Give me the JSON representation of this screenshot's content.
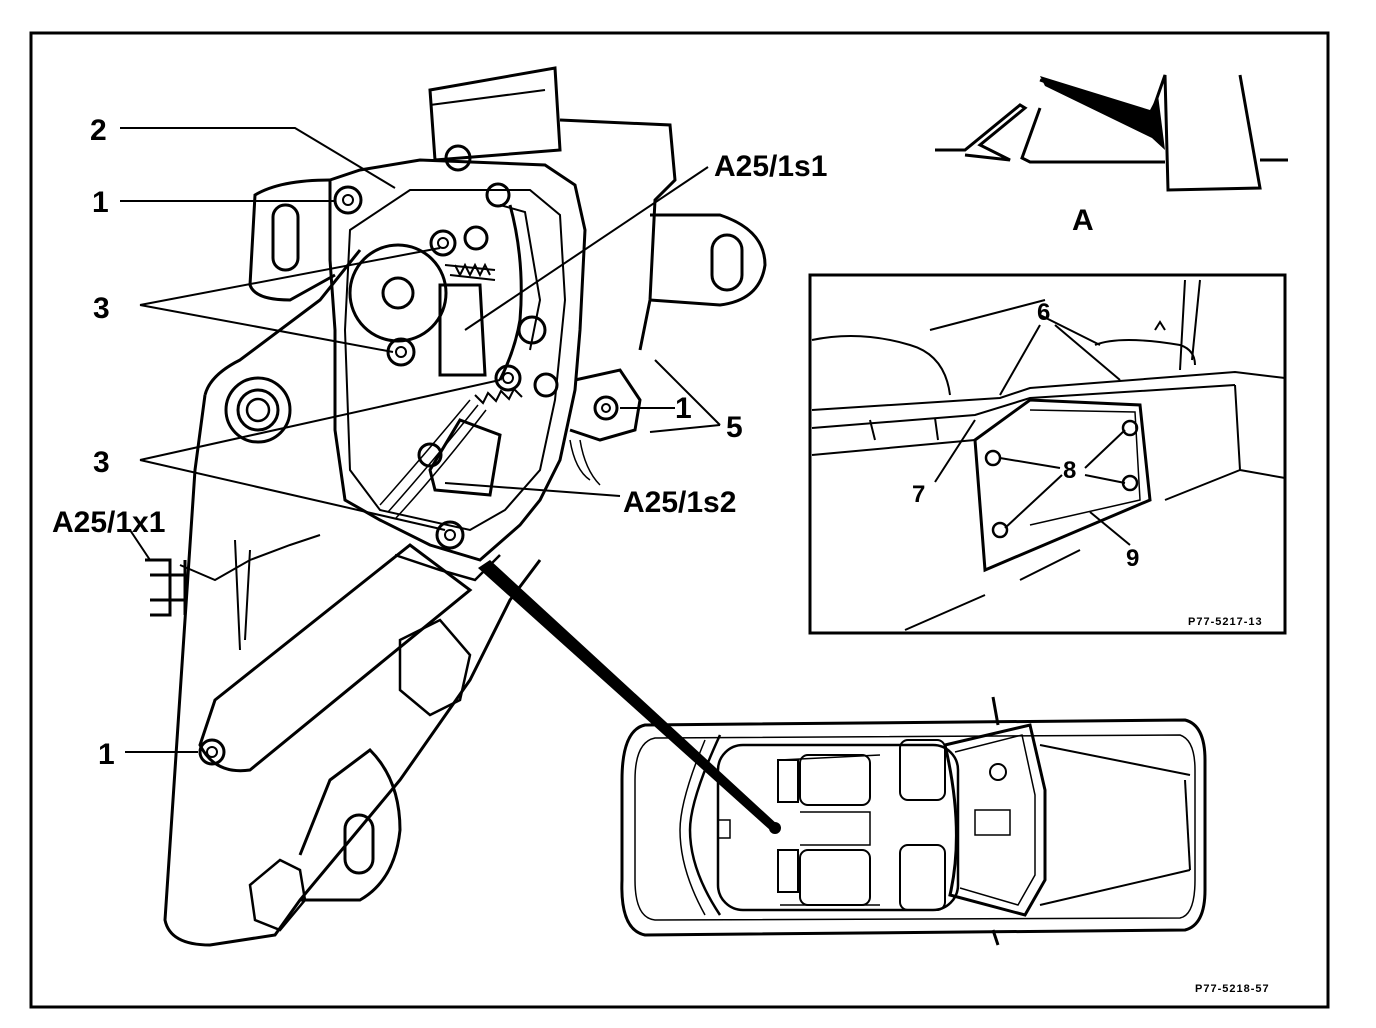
{
  "diagram": {
    "labels": {
      "l2": "2",
      "l1_top": "1",
      "l3_a": "3",
      "l3_b": "3",
      "a25_1x1": "A25/1x1",
      "l1_bottom": "1",
      "a25_1s1": "A25/1s1",
      "l1_right": "1",
      "l5": "5",
      "a25_1s2": "A25/1s2",
      "detail_a": "A"
    },
    "inset": {
      "labels": {
        "l6": "6",
        "l7": "7",
        "l8": "8",
        "l9": "9"
      },
      "figure_code": "P77-5217-13"
    },
    "figure_code": "P77-5218-57"
  }
}
